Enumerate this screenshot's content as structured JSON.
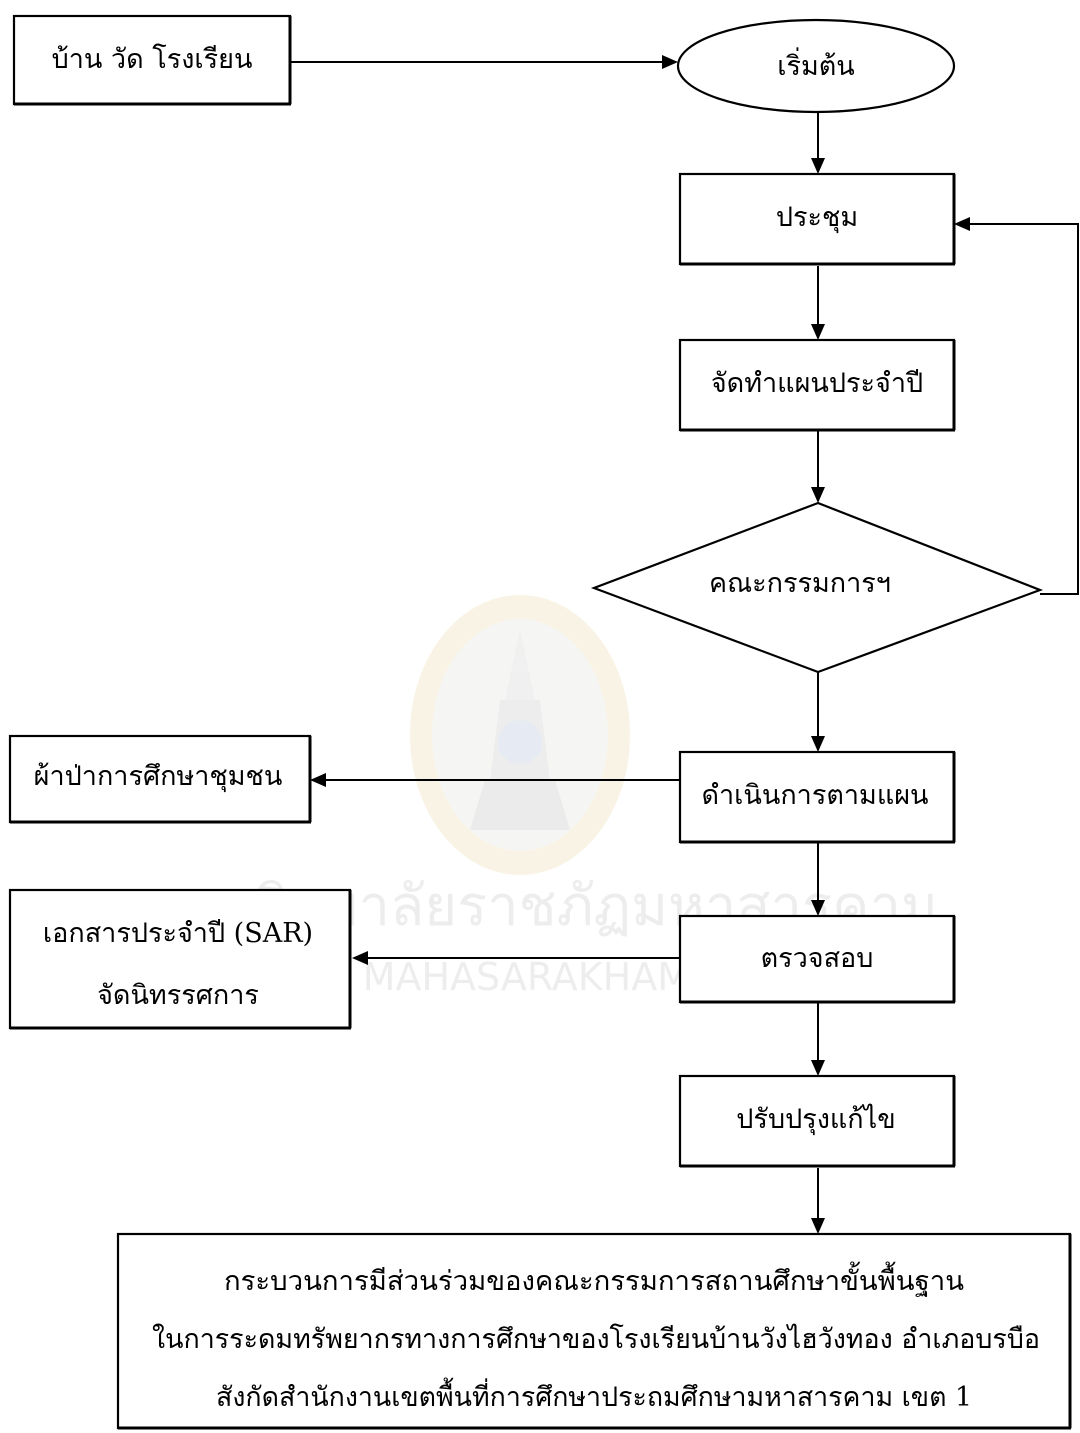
{
  "diagram": {
    "nodes": {
      "community": "บ้าน วัด โรงเรียน",
      "start": "เริ่มต้น",
      "meeting": "ประชุม",
      "annual_plan": "จัดทำแผนประจำปี",
      "committee": "คณะกรรมการฯ",
      "implement": "ดำเนินการตามแผน",
      "community_cloth": "ผ้าป่าการศึกษาชุมชน",
      "inspect": "ตรวจสอบ",
      "sar_line1": "เอกสารประจำปี (SAR)",
      "sar_line2": "จัดนิทรรศการ",
      "improve": "ปรับปรุงแก้ไข",
      "result_line1": "กระบวนการมีส่วนร่วมของคณะกรรมการสถานศึกษาขั้นพื้นฐาน",
      "result_line2": "ในการระดมทรัพยากรทางการศึกษาของโรงเรียนบ้านวังไฮวังทอง อำเภอบรบือ",
      "result_line3": "สังกัดสำนักงานเขตพื้นที่การศึกษาประถมศึกษามหาสารคาม เขต 1"
    },
    "watermark": {
      "thai": "มหาวิทยาลัยราชภัฏมหาสารคาม",
      "english": "RAJABHAT MAHASARAKHAM UNIVERSITY"
    }
  }
}
